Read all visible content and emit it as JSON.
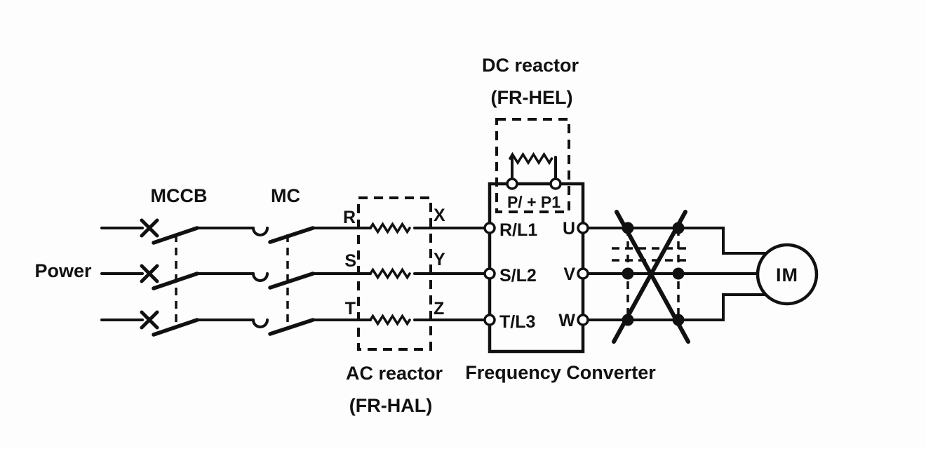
{
  "labels": {
    "power": "Power",
    "mccb": "MCCB",
    "mc": "MC",
    "motor": "IM"
  },
  "ac_reactor": {
    "name": "AC reactor",
    "model": "(FR-HAL)",
    "inputs": [
      "R",
      "S",
      "T"
    ],
    "outputs": [
      "X",
      "Y",
      "Z"
    ]
  },
  "dc_reactor": {
    "name": "DC reactor",
    "model": "(FR-HEL)",
    "terminals": "P/ + P1"
  },
  "converter": {
    "name": "Frequency Converter",
    "inputs": [
      "R/L1",
      "S/L2",
      "T/L3"
    ],
    "outputs": [
      "U",
      "V",
      "W"
    ]
  },
  "colors": {
    "line": "#111111",
    "background": "#fdfdfd"
  }
}
